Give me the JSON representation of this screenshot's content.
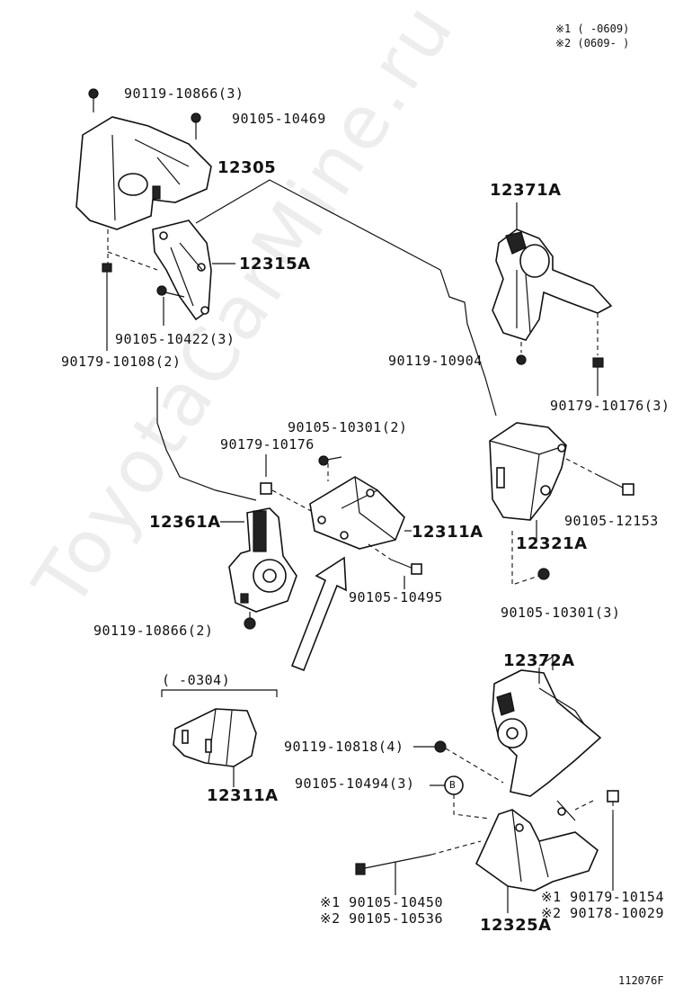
{
  "legend": {
    "note1": "※1 (  -0609)",
    "note2": "※2 (0609-  )"
  },
  "labels": {
    "p_90119_10866_top": "90119-10866(3)",
    "p_90105_10469": "90105-10469",
    "p_12305": "12305",
    "p_12315A": "12315A",
    "p_90105_10422": "90105-10422(3)",
    "p_90179_10108": "90179-10108(2)",
    "p_12371A": "12371A",
    "p_90119_10904": "90119-10904",
    "p_90179_10176_3": "90179-10176(3)",
    "p_90105_10301_2": "90105-10301(2)",
    "p_90179_10176": "90179-10176",
    "p_12361A": "12361A",
    "p_12311A_mid": "12311A",
    "p_90105_10495": "90105-10495",
    "p_90119_10866_2": "90119-10866(2)",
    "p_12321A": "12321A",
    "p_90105_12153": "90105-12153",
    "p_90105_10301_3": "90105-10301(3)",
    "p_12372A": "12372A",
    "p_range_0304": "(  -0304)",
    "p_12311A_low": "12311A",
    "p_90119_10818": "90119-10818(4)",
    "p_90105_10494": "90105-10494(3)",
    "p_b_marker": "B",
    "p_90105_10450": "※1 90105-10450",
    "p_90105_10536": "※2 90105-10536",
    "p_12325A": "12325A",
    "p_90179_10154": "※1 90179-10154",
    "p_90178_10029": "※2 90178-10029"
  },
  "footer": {
    "code": "112076F"
  },
  "watermark": {
    "text": "ToyotaCarMine.ru"
  }
}
